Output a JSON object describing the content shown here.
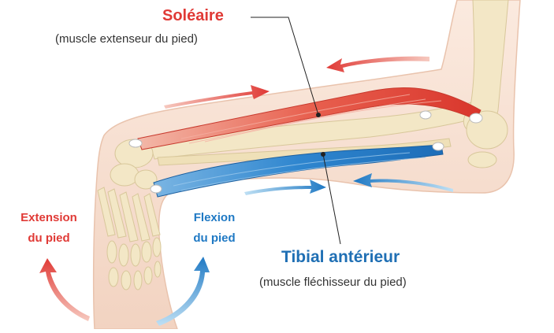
{
  "labels": {
    "soleaire_title": "Soléaire",
    "soleaire_sub": "(muscle extenseur du pied)",
    "tibial_title": "Tibial antérieur",
    "tibial_sub": "(muscle fléchisseur du pied)",
    "extension_line1": "Extension",
    "extension_line2": "du pied",
    "flexion_line1": "Flexion",
    "flexion_line2": "du pied"
  },
  "colors": {
    "extensor": "#e03a36",
    "flexor": "#1f79c4",
    "skin": "#f6dfcf",
    "bone": "#f3e7c6"
  }
}
